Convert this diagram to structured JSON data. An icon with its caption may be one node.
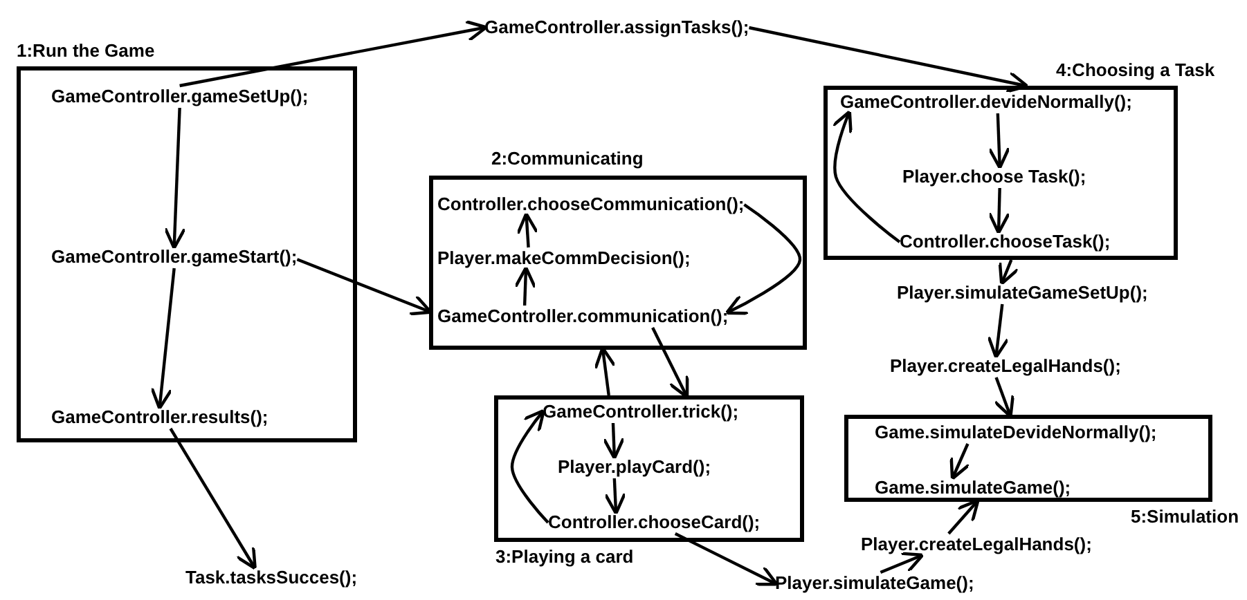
{
  "diagram": {
    "nodes": [
      {
        "text": [
          "1:Run the Game"
        ]
      },
      {
        "text": [
          "GameController.gameSetUp();"
        ],
        "in": 0
      },
      {
        "text": [
          "GameController.gameStart();"
        ],
        "in": 0
      },
      {
        "text": [
          "GameController.results();"
        ],
        "in": 0
      },
      {
        "text": [
          "GameController.assignTasks();"
        ]
      },
      {
        "text": [
          "2:Communicating"
        ]
      },
      {
        "text": [
          "Controller.chooseCommunication();"
        ],
        "in": 5
      },
      {
        "text": [
          "Player.makeCommDecision();"
        ],
        "in": 5
      },
      {
        "text": [
          "GameController.communication();"
        ],
        "in": 5
      },
      {
        "text": [
          "3:Playing a card"
        ]
      },
      {
        "text": [
          "GameController.trick();"
        ],
        "in": 9
      },
      {
        "text": [
          "Player.playCard();"
        ],
        "in": 9
      },
      {
        "text": [
          "Controller.chooseCard();"
        ],
        "in": 9
      },
      {
        "text": [
          "4:Choosing a Task"
        ]
      },
      {
        "text": [
          "GameController.devideNormally();"
        ],
        "in": 13
      },
      {
        "text": [
          "Player.choose Task();"
        ],
        "in": 13
      },
      {
        "text": [
          "Controller.chooseTask();"
        ],
        "in": 13
      },
      {
        "text": [
          "Player.simulateGameSetUp();"
        ]
      },
      {
        "text": [
          "Player.createLegalHands();"
        ]
      },
      {
        "text": [
          "5:Simulation"
        ]
      },
      {
        "text": [
          "Game.simulateDevideNormally();"
        ],
        "in": 19
      },
      {
        "text": [
          "Game.simulateGame();"
        ],
        "in": 19
      },
      {
        "text": [
          "Player.createLegalHands();"
        ]
      },
      {
        "text": [
          "Task.tasksSucces();"
        ]
      },
      {
        "text": [
          "Player.simulateGame();"
        ]
      }
    ],
    "edges": [
      {
        "from": 1,
        "to": 4,
        "arrow": "to"
      },
      {
        "from": 4,
        "to": 13,
        "arrow": "to"
      },
      {
        "from": 1,
        "to": 2,
        "arrow": "to"
      },
      {
        "from": 2,
        "to": 3,
        "arrow": "to"
      },
      {
        "from": 2,
        "to": 5,
        "arrow": "to"
      },
      {
        "from": 3,
        "to": 23,
        "arrow": "to"
      },
      {
        "from": 7,
        "to": 6,
        "arrow": "to"
      },
      {
        "from": 8,
        "to": 7,
        "arrow": "to"
      },
      {
        "from": 6,
        "to": 8,
        "arrow": "to"
      },
      {
        "from": 9,
        "to": 5,
        "arrow": "to"
      },
      {
        "from": 8,
        "to": 9,
        "arrow": "to"
      },
      {
        "from": 10,
        "to": 11,
        "arrow": "to"
      },
      {
        "from": 11,
        "to": 12,
        "arrow": "to"
      },
      {
        "from": 12,
        "to": 10,
        "arrow": "to"
      },
      {
        "from": 12,
        "to": 24,
        "arrow": "to"
      },
      {
        "from": 16,
        "to": 14,
        "arrow": "to"
      },
      {
        "from": 14,
        "to": 15,
        "arrow": "to"
      },
      {
        "from": 15,
        "to": 16,
        "arrow": "to"
      },
      {
        "from": 13,
        "to": 17,
        "arrow": "to"
      },
      {
        "from": 17,
        "to": 18,
        "arrow": "to"
      },
      {
        "from": 18,
        "to": 19,
        "arrow": "to"
      },
      {
        "from": 20,
        "to": 21,
        "arrow": "to"
      },
      {
        "from": 24,
        "to": 22,
        "arrow": "to"
      },
      {
        "from": 22,
        "to": 19,
        "arrow": "to"
      }
    ]
  }
}
